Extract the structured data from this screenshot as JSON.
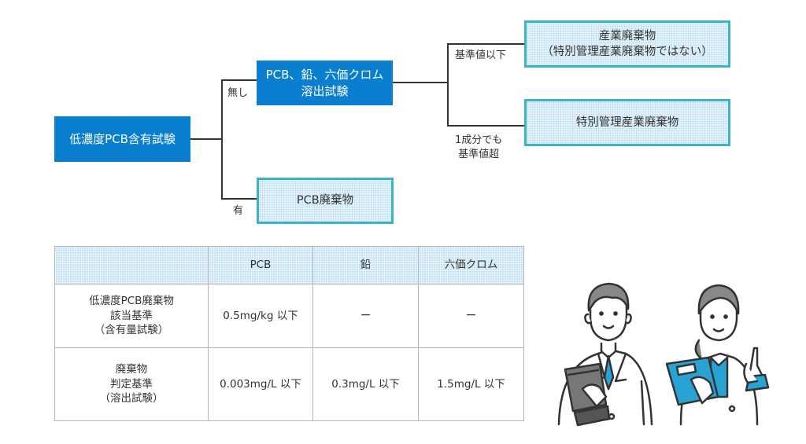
{
  "flowchart": {
    "root": "低濃度PCB含有試験",
    "branch_none_label": "無し",
    "branch_yes_label": "有",
    "elution_test": [
      "PCB、鉛、六価クロム",
      "溶出試験"
    ],
    "pcb_waste": "PCB廃棄物",
    "below_label": "基準値以下",
    "exceed_label": [
      "1成分でも",
      "基準値超"
    ],
    "industrial_waste": [
      "産業廃棄物",
      "（特別管理産業廃棄物ではない）"
    ],
    "special_waste": "特別管理産業廃棄物"
  },
  "table": {
    "headers": [
      "",
      "PCB",
      "鉛",
      "六価クロム"
    ],
    "rows": [
      {
        "label": [
          "低濃度PCB廃棄物",
          "該当基準",
          "（含有量試験）"
        ],
        "values": [
          "0.5mg/kg 以下",
          "ー",
          "ー"
        ]
      },
      {
        "label": [
          "廃棄物",
          "判定基準",
          "（溶出試験）"
        ],
        "values": [
          "0.003mg/L 以下",
          "0.3mg/L 以下",
          "1.5mg/L 以下"
        ]
      }
    ]
  },
  "illustration": {
    "description": "two-scientists-in-lab-coats"
  },
  "colors": {
    "primary_blue": "#0a7fcf",
    "teal_border": "#3cb4c8",
    "accent": "#29a3d4"
  }
}
